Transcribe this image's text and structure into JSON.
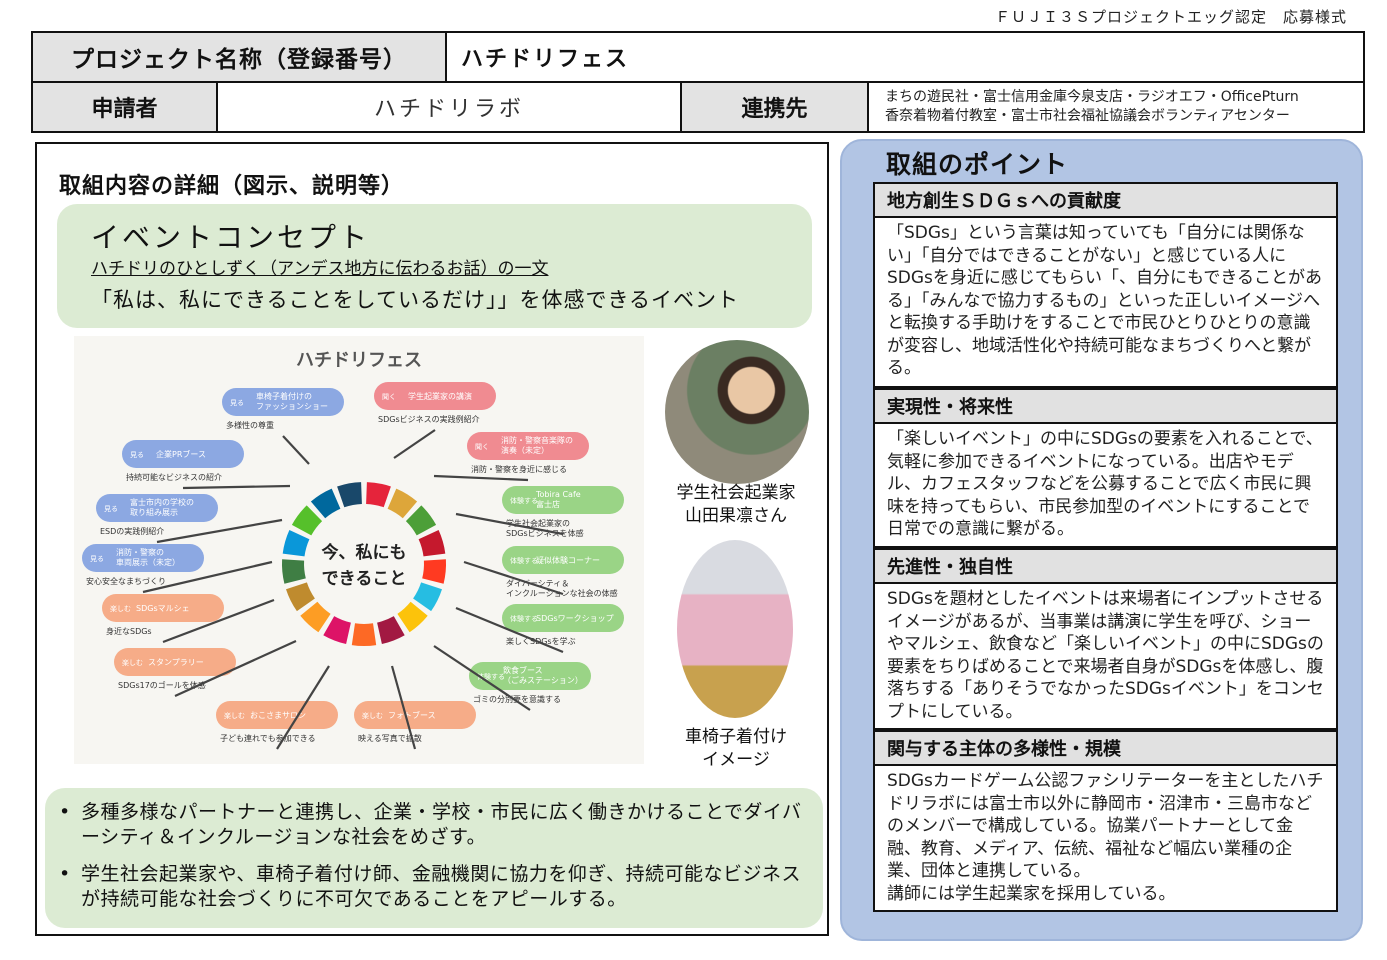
{
  "form_label": "ＦＵＪＩ３Ｓプロジェクトエッグ認定　応募様式",
  "header": {
    "project_name_label": "プロジェクト名称（登録番号）",
    "project_name_value": "ハチドリフェス",
    "applicant_label": "申請者",
    "applicant_value": "ハチドリラボ",
    "partner_label": "連携先",
    "partner_lines": [
      "まちの遊民社・富士信用金庫今泉支店・ラジオエフ・OfficePturn",
      "香奈着物着付教室・富士市社会福祉協議会ボランティアセンター"
    ]
  },
  "left": {
    "detail_title": "取組内容の詳細（図示、説明等）",
    "concept": {
      "heading": "イベントコンセプト",
      "subheading": "ハチドリのひとしずく（アンデス地方に伝わるお話）の一文",
      "main": "「私は、私にできることをしているだけ」」を体感できるイベント"
    },
    "diagram": {
      "title": "ハチドリフェス",
      "center_line1": "今、私にも",
      "center_line2": "できること",
      "items": [
        {
          "tag": "見る",
          "label": "車椅子着付けの\nファッションショー",
          "caption": "多様性の尊重",
          "color": "#7fa0e0"
        },
        {
          "tag": "聞く",
          "label": "学生起業家の講演",
          "caption": "SDGsビジネスの実践例紹介",
          "color": "#ee7f86"
        },
        {
          "tag": "聞く",
          "label": "消防・警察音楽隊の\n演奏（未定）",
          "caption": "消防・警察を身近に感じる",
          "color": "#ee7f86"
        },
        {
          "tag": "体験する",
          "label": "Tobira Cafe\n富士店",
          "caption": "学生社会起業家の\nSDGsビジネスを体感",
          "color": "#8fd07a"
        },
        {
          "tag": "体験する",
          "label": "疑似体験コーナー",
          "caption": "ダイバーシティ＆\nインクルージョンな社会の体感",
          "color": "#8fd07a"
        },
        {
          "tag": "体験する",
          "label": "SDGsワークショップ",
          "caption": "楽しくSDGsを学ぶ",
          "color": "#8fd07a"
        },
        {
          "tag": "体験する",
          "label": "飲食ブース\n（ごみステーション）",
          "caption": "ゴミの分別要を意識する",
          "color": "#8fd07a"
        },
        {
          "tag": "楽しむ",
          "label": "フォトブース",
          "caption": "映える写真で拡散",
          "color": "#f5a47c"
        },
        {
          "tag": "楽しむ",
          "label": "おこさまサロン",
          "caption": "子ども連れでも参加できる",
          "color": "#f5a47c"
        },
        {
          "tag": "楽しむ",
          "label": "スタンプラリー",
          "caption": "SDGs17のゴールを体感",
          "color": "#f5a47c"
        },
        {
          "tag": "楽しむ",
          "label": "SDGsマルシェ",
          "caption": "身近なSDGs",
          "color": "#f5a47c"
        },
        {
          "tag": "見る",
          "label": "消防・警察の\n車両展示（未定）",
          "caption": "安心安全なまちづくり",
          "color": "#7fa0e0"
        },
        {
          "tag": "見る",
          "label": "富士市内の学校の\n取り組み展示",
          "caption": "ESDの実践例紹介",
          "color": "#7fa0e0"
        },
        {
          "tag": "見る",
          "label": "企業PRブース",
          "caption": "持続可能なビジネスの紹介",
          "color": "#7fa0e0"
        }
      ],
      "sdg_colors": [
        "#e5243b",
        "#dda63a",
        "#4c9f38",
        "#c5192d",
        "#ff3a21",
        "#26bde2",
        "#fcc30b",
        "#a21942",
        "#fd6925",
        "#dd1367",
        "#fd9d24",
        "#bf8b2e",
        "#3f7e44",
        "#0a97d9",
        "#56c02b",
        "#00689d",
        "#19486a"
      ]
    },
    "photos": {
      "caption1": [
        "学生社会起業家",
        "山田果凛さん"
      ],
      "caption2": [
        "車椅子着付け",
        "イメージ"
      ]
    },
    "bullets": [
      "多種多様なパートナーと連携し、企業・学校・市民に広く働きかけることでダイバーシティ＆インクルージョンな社会をめざす。",
      "学生社会起業家や、車椅子着付け師、金融機関に協力を仰ぎ、持続可能なビジネスが持続可能な社会づくりに不可欠であることをアピールする。"
    ]
  },
  "right": {
    "title": "取組のポイント",
    "sections": [
      {
        "heading": "地方創生ＳＤＧｓへの貢献度",
        "body": "「SDGs」という言葉は知っていても「自分には関係ない」「自分ではできることがない」と感じている人にSDGsを身近に感じてもらい「、自分にもできることがある」「みんなで協力するもの」といった正しいイメージへと転換する手助けをすることで市民ひとりひとりの意識が変容し、地域活性化や持続可能なまちづくりへと繋がる。"
      },
      {
        "heading": "実現性・将来性",
        "body": "「楽しいイベント」の中にSDGsの要素を入れることで、気軽に参加できるイベントになっている。出店やモデル、カフェスタッフなどを公募することで広く市民に興味を持ってもらい、市民参加型のイベントにすることで日常での意識に繋がる。"
      },
      {
        "heading": "先進性・独自性",
        "body": "SDGsを題材としたイベントは来場者にインプットさせるイメージがあるが、当事業は講演に学生を呼び、ショーやマルシェ、飲食など「楽しいイベント」の中にSDGsの要素をちりばめることで来場者自身がSDGsを体感し、腹落ちする「ありそうでなかったSDGsイベント」をコンセプトにしている。"
      },
      {
        "heading": "関与する主体の多様性・規模",
        "body": "SDGsカードゲーム公認ファシリテーターを主としたハチドリラボには富士市以外に静岡市・沼津市・三島市などのメンバーで構成している。協業パートナーとして金融、教育、メディア、伝統、福祉など幅広い業種の企業、団体と連携している。\n講師には学生起業家を採用している。"
      }
    ]
  }
}
